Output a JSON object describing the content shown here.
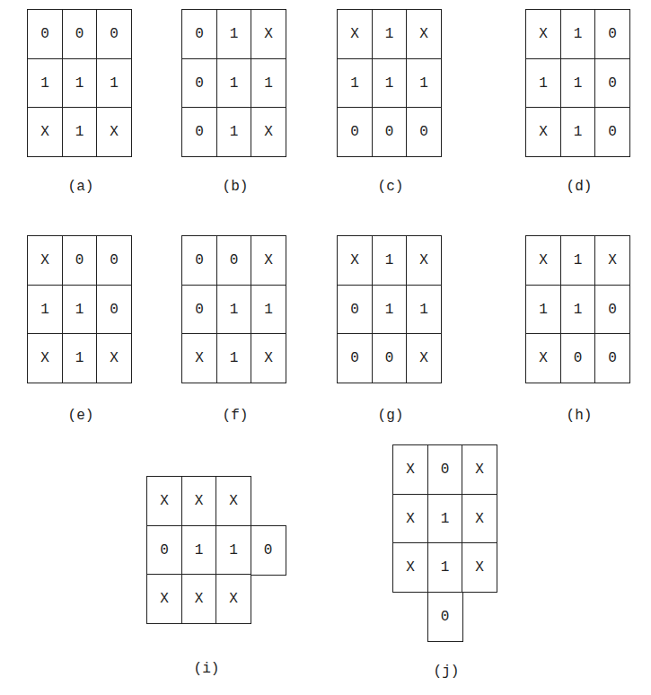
{
  "diagram": {
    "labels": [
      "0",
      "0",
      "0",
      "1",
      "1",
      "1",
      "X",
      "1",
      "X",
      "(a)",
      "0",
      "1",
      "X",
      "0",
      "1",
      "1",
      "0",
      "1",
      "X",
      "(b)",
      "X",
      "1",
      "X",
      "1",
      "1",
      "1",
      "0",
      "0",
      "0",
      "(c)",
      "X",
      "1",
      "0",
      "1",
      "1",
      "0",
      "X",
      "1",
      "0",
      "(d)",
      "X",
      "0",
      "0",
      "1",
      "1",
      "0",
      "X",
      "1",
      "X",
      "(e)",
      "0",
      "0",
      "X",
      "0",
      "1",
      "1",
      "X",
      "1",
      "X",
      "(f)",
      "X",
      "1",
      "X",
      "0",
      "1",
      "1",
      "0",
      "0",
      "X",
      "(g)",
      "X",
      "1",
      "X",
      "1",
      "1",
      "0",
      "X",
      "0",
      "0",
      "(h)",
      "X",
      "X",
      "X",
      "0",
      "1",
      "1",
      "0",
      "X",
      "X",
      "X",
      "(i)",
      "X",
      "0",
      "X",
      "X",
      "1",
      "X",
      "X",
      "1",
      "X",
      "0",
      "(j)"
    ]
  }
}
